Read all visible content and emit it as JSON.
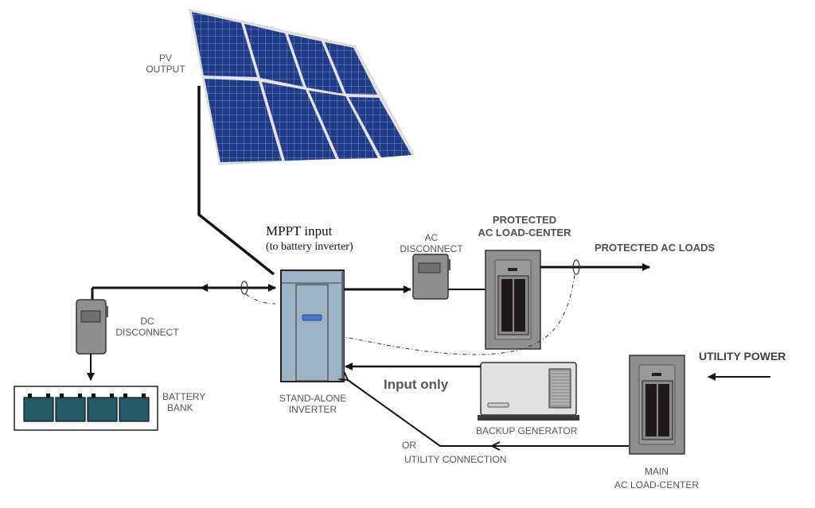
{
  "title": "Stand-alone inverter solar power system wiring diagram",
  "labels": {
    "pv_output": [
      "PV",
      "OUTPUT"
    ],
    "mppt_input": "MPPT input",
    "mppt_note": "(to battery inverter)",
    "ac_disconnect": [
      "AC",
      "DISCONNECT"
    ],
    "protected_load_center": [
      "PROTECTED",
      "AC LOAD-CENTER"
    ],
    "protected_ac_loads": "PROTECTED AC LOADS",
    "dc_disconnect": [
      "DC",
      "DISCONNECT"
    ],
    "battery_bank": [
      "BATTERY",
      "BANK"
    ],
    "stand_alone_inverter": [
      "STAND-ALONE",
      "INVERTER"
    ],
    "input_only": "Input only",
    "backup_generator": "BACKUP GENERATOR",
    "or": "OR",
    "utility_connection": "UTILITY CONNECTION",
    "utility_power": "UTILITY POWER",
    "main_load_center": [
      "MAIN",
      "AC LOAD-CENTER"
    ]
  },
  "components": [
    {
      "id": "solar-array",
      "name": "PV solar array",
      "modules": 8
    },
    {
      "id": "stand-alone-inverter",
      "name": "Stand-alone inverter"
    },
    {
      "id": "dc-disconnect",
      "name": "DC disconnect"
    },
    {
      "id": "battery-bank",
      "name": "Battery bank",
      "batteries": 4
    },
    {
      "id": "ac-disconnect",
      "name": "AC disconnect"
    },
    {
      "id": "protected-load-center",
      "name": "Protected AC load-center"
    },
    {
      "id": "backup-generator",
      "name": "Backup generator"
    },
    {
      "id": "main-load-center",
      "name": "Main AC load-center"
    }
  ],
  "connections": [
    {
      "from": "solar-array",
      "to": "stand-alone-inverter",
      "label": "MPPT input"
    },
    {
      "from": "stand-alone-inverter",
      "to": "dc-disconnect",
      "bidirectional": true
    },
    {
      "from": "dc-disconnect",
      "to": "battery-bank"
    },
    {
      "from": "stand-alone-inverter",
      "to": "ac-disconnect"
    },
    {
      "from": "ac-disconnect",
      "to": "protected-load-center"
    },
    {
      "from": "protected-load-center",
      "to": "protected-ac-loads"
    },
    {
      "from": "backup-generator",
      "to": "stand-alone-inverter",
      "label": "Input only"
    },
    {
      "from": "main-load-center",
      "to": "stand-alone-inverter",
      "label": "OR UTILITY CONNECTION"
    },
    {
      "from": "utility-power",
      "to": "main-load-center"
    }
  ],
  "colors": {
    "panel_blue": "#1f3b86",
    "panel_frame": "#d8d8d8",
    "inverter_fill": "#9db3c6",
    "inverter_indicator": "#4a7cc4",
    "device_gray": "#8c8c8c",
    "battery_teal": "#245a66",
    "generator_fill": "#e0e0e0",
    "line": "#111111"
  }
}
